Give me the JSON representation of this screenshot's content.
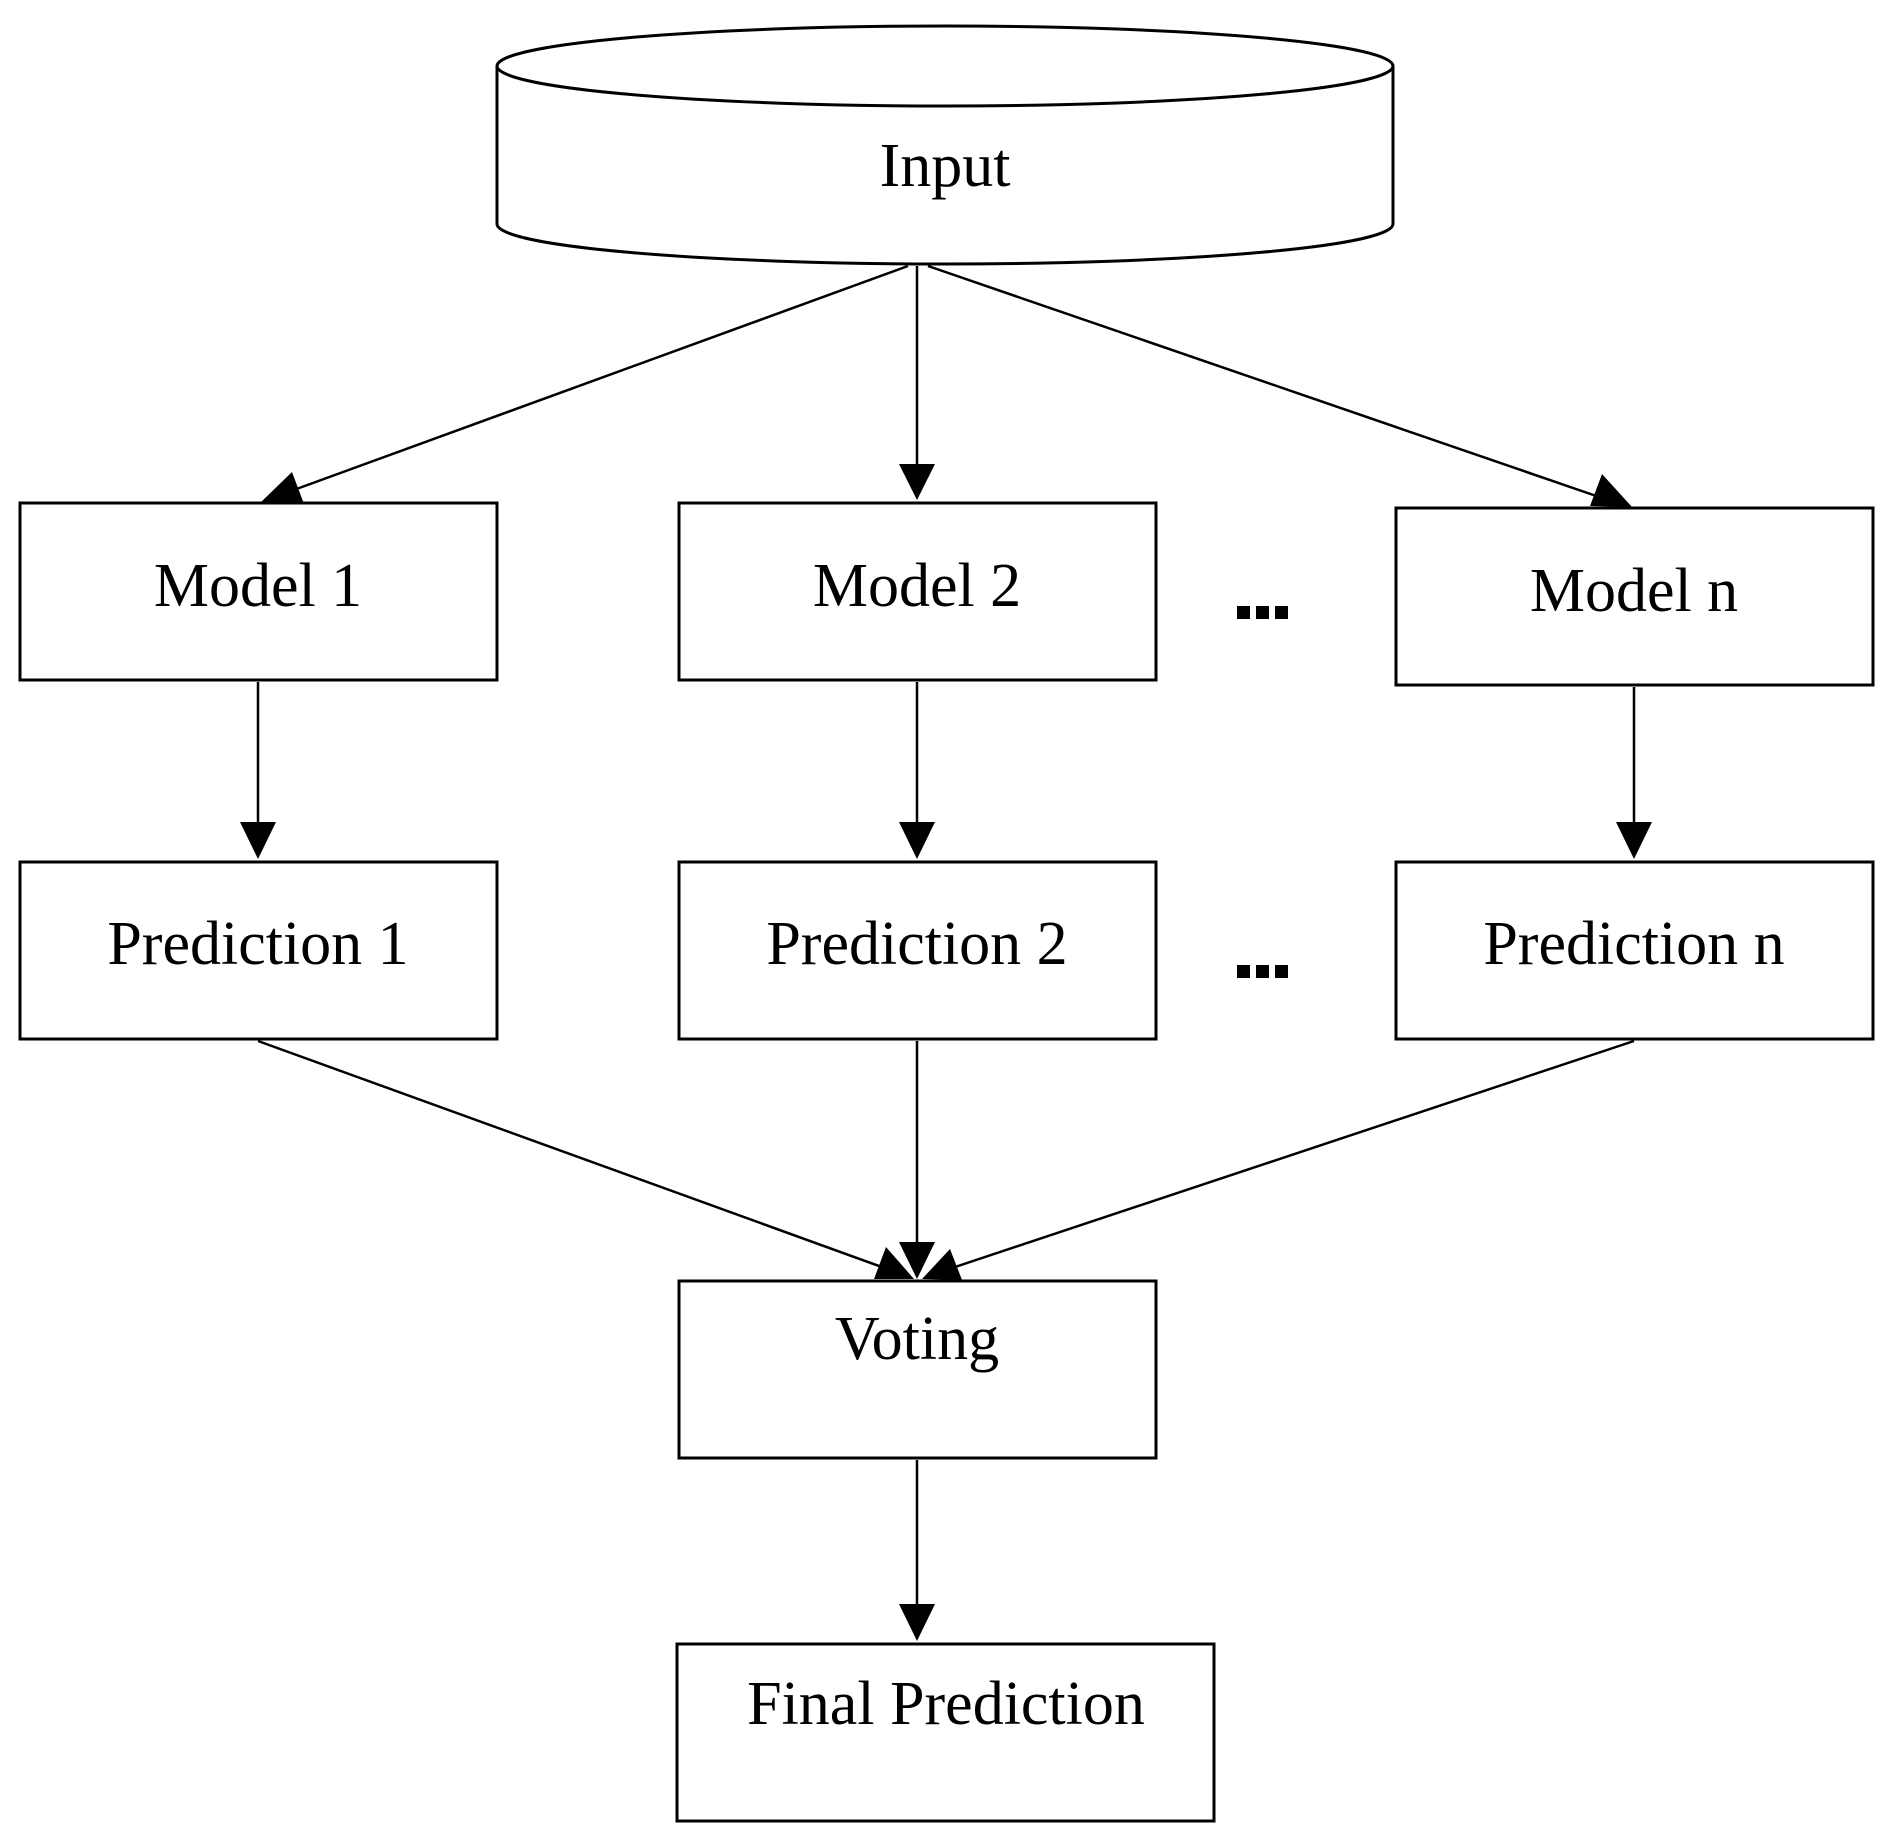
{
  "diagram": {
    "input": {
      "label": "Input"
    },
    "models": [
      {
        "label": "Model 1"
      },
      {
        "label": "Model 2"
      },
      {
        "label": "Model n"
      }
    ],
    "predictions": [
      {
        "label": "Prediction 1"
      },
      {
        "label": "Prediction 2"
      },
      {
        "label": "Prediction n"
      }
    ],
    "ellipsis": "...",
    "voting": {
      "label": "Voting"
    },
    "final": {
      "label": "Final Prediction"
    }
  }
}
